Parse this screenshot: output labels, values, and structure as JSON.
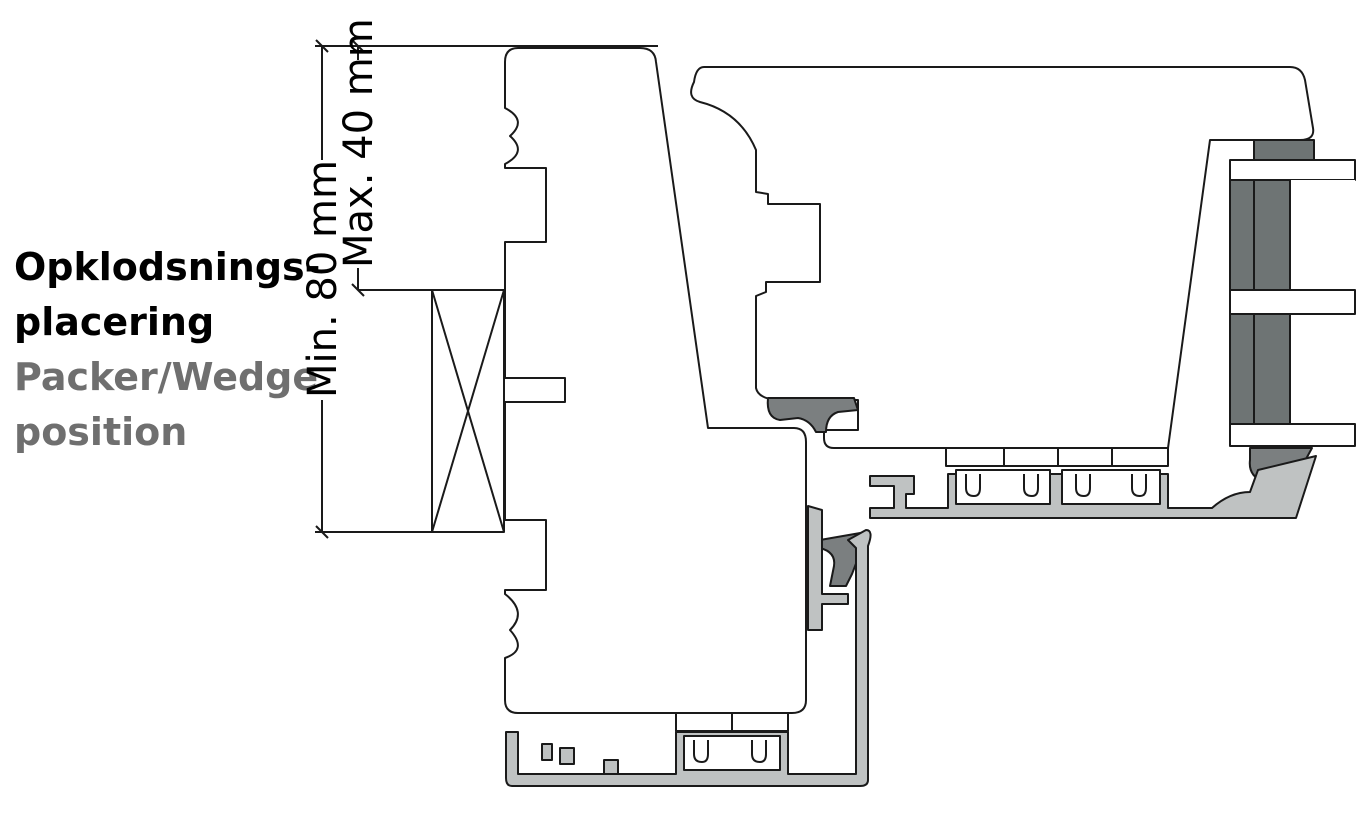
{
  "labels": {
    "da_line1": "Opklodsnings-",
    "da_line2": "placering",
    "en_line1": "Packer/Wedge",
    "en_line2": "position"
  },
  "dimensions": {
    "min_label": "Min. 80 mm",
    "max_label": "Max. 40 mm"
  },
  "colors": {
    "outline": "#1a1a1a",
    "aluminium": "#bfc2c2",
    "gasket": "#7b7f80",
    "glass_bar": "#6e7474",
    "label_dark": "#000000",
    "label_gray": "#6f6f6f"
  }
}
